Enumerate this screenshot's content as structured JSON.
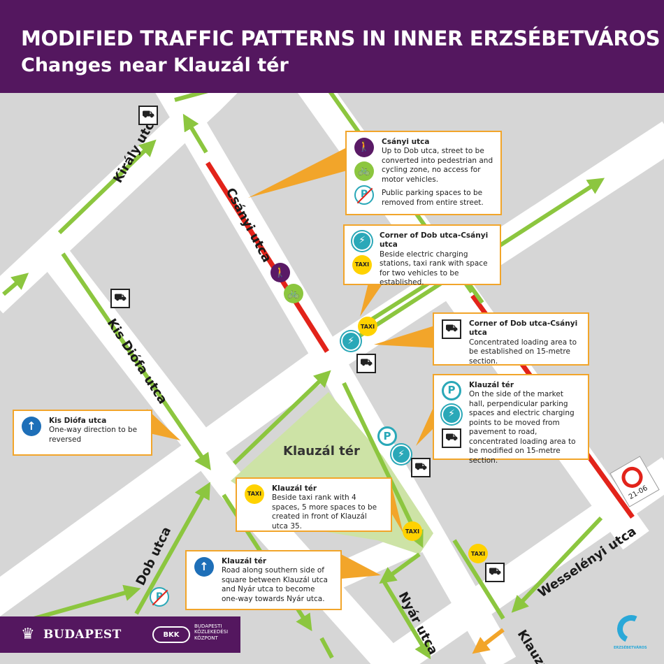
{
  "header": {
    "title": "MODIFIED TRAFFIC PATTERNS IN INNER ERZSÉBETVÁROS",
    "subtitle": "Changes near Klauzál tér"
  },
  "streets": {
    "kiraly": "Király utca",
    "csanyi": "Csányi utca",
    "kis_diofa": "Kis Diófa utca",
    "dob": "Dob utca",
    "nyar": "Nyár utca",
    "wesselenyi": "Wesselényi utca",
    "klauzal_utca": "Klauzá",
    "square": "Klauzál tér"
  },
  "callouts": {
    "csanyi": {
      "title": "Csányi utca",
      "text1": "Up to Dob utca, street to be converted into pedestrian and cycling zone, no access for motor vehicles.",
      "text2": "Public parking spaces to be removed from entire street."
    },
    "corner_charging": {
      "title": "Corner of Dob utca-Csányi utca",
      "text": "Beside electric charging stations, taxi rank with space for two vehicles to be established."
    },
    "corner_loading": {
      "title": "Corner of Dob utca-Csányi utca",
      "text": "Concentrated loading area to be established on 15-metre section."
    },
    "klauzal_parking": {
      "title": "Klauzál tér",
      "text": "On the side of the market hall, perpendicular parking spaces and electric charging points to be moved from pavement to road, concentrated loading area to be modified on 15-metre section."
    },
    "kis_diofa": {
      "title": "Kis Diófa utca",
      "text": "One-way direction to be reversed"
    },
    "klauzal_taxi": {
      "title": "Klauzál tér",
      "text": "Beside taxi rank with 4 spaces, 5 more spaces to be created in front of Klauzál utca 35."
    },
    "klauzal_road": {
      "title": "Klauzál tér",
      "text": "Road along southern side of square between Klauzál utca and Nyár utca to become one-way towards Nyár utca."
    }
  },
  "labels": {
    "taxi": "TAXI",
    "parking": "P",
    "sign_code": "21-06"
  },
  "footer": {
    "city": "BUDAPEST",
    "bkk": "BKK",
    "bkk_full": "BUDAPESTI KÖZLEKEDÉSI KÖZPONT",
    "district": "ERZSÉBETVÁROS"
  },
  "colors": {
    "header": "#54175f",
    "road": "#ffffff",
    "background": "#d6d6d6",
    "arrow": "#8cc63f",
    "pedestrian_zone": "#e2231a",
    "park": "#cde3a6",
    "callout_border": "#f2a52a"
  },
  "icons": {
    "pedestrian": "pedestrian-icon",
    "bicycle": "bicycle-icon",
    "no_parking": "no-parking-icon",
    "charging": "ev-charging-icon",
    "taxi": "taxi-icon",
    "loading": "loading-zone-icon",
    "parking": "parking-icon",
    "one_way": "one-way-arrow-icon",
    "no_entry": "no-entry-sign-icon"
  }
}
